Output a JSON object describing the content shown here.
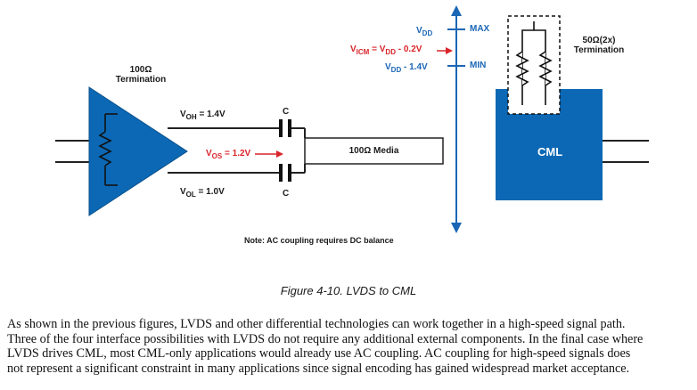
{
  "diagram": {
    "driver_termination_value": "100Ω",
    "driver_termination_word": "Termination",
    "voh_label": "V",
    "voh_sub": "OH",
    "voh_value": " = 1.4V",
    "vol_label": "V",
    "vol_sub": "OL",
    "vol_value": " = 1.0V",
    "vos_label": "V",
    "vos_sub": "OS",
    "vos_value": " = 1.2V",
    "cap_top": "C",
    "cap_bottom": "C",
    "media_label": "100Ω Media",
    "note": "Note: AC coupling requires DC balance",
    "scale": {
      "vdd": "V",
      "vdd_sub": "DD",
      "vicm_pre": "V",
      "vicm_sub": "ICM",
      "vicm_mid": " = V",
      "vicm_sub2": "DD",
      "vicm_post": " - 0.2V",
      "vddmin": "V",
      "vddmin_sub": "DD",
      "vddmin_post": " - 1.4V",
      "max": "MAX",
      "min": "MIN"
    },
    "receiver_termination_value": "50Ω(2x)",
    "receiver_termination_word": "Termination",
    "cml_label": "CML",
    "colors": {
      "driver_fill": "#0c68b4",
      "receiver_fill": "#0c68b4",
      "scale_accent": "#1a66b5",
      "highlight": "#d9252a"
    }
  },
  "caption": "Figure 4-10. LVDS to CML",
  "body_lines": [
    "As shown in the previous figures, LVDS and other differential technologies can work together in a high-speed signal path.",
    "Three of the four interface possibilities with LVDS do not require any additional external components. In the final case where",
    "LVDS drives CML, most CML-only applications would already use AC coupling. AC coupling for high-speed signals does",
    "not represent a significant constraint in many applications since signal encoding has gained widespread market acceptance."
  ]
}
